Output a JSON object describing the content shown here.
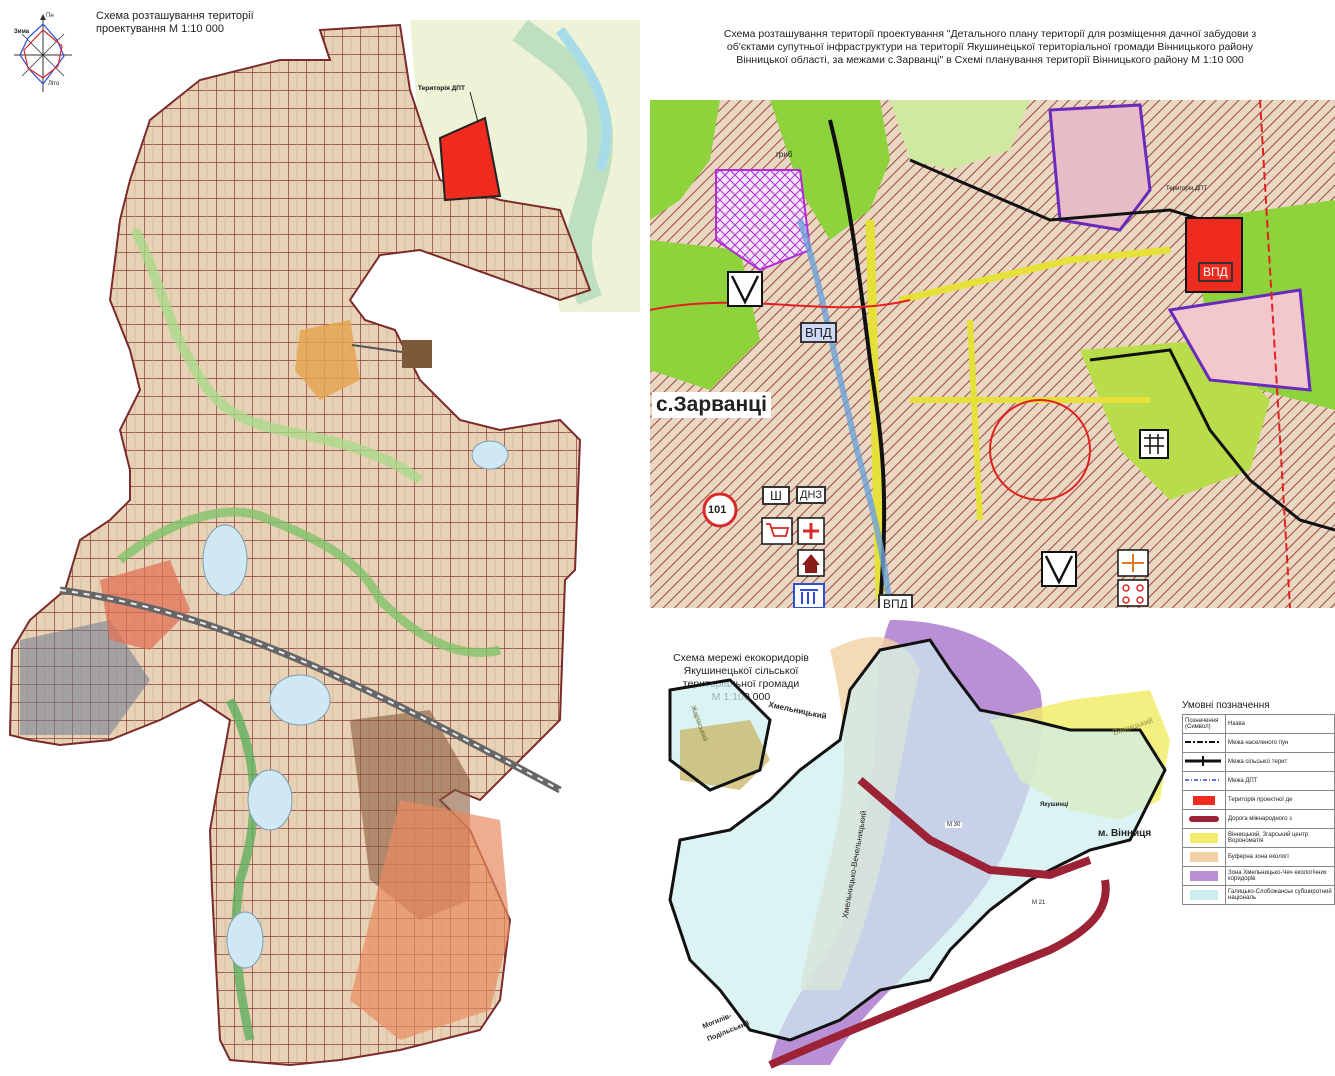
{
  "wind_rose": {
    "winter_label": "Зима",
    "summer_label": "Літо",
    "north_label": "Пн"
  },
  "left_map": {
    "title_line1": "Схема розташування території",
    "title_line2": "проектування   М 1:10 000",
    "dpt_label": "Територія ДПТ"
  },
  "top_right_map": {
    "title_line1": "Схема розташування території проектування  \"Детального плану території для розміщення дачної забудови з",
    "title_line2": "об'єктами супутньої інфраструктури на території Якушинецької територіальної громади  Вінницького району",
    "title_line3": "Вінницької області, за межами  с.Зарванці\" в Схемі планування території Вінницького району М 1:10 000",
    "settlement": "с.Зарванці",
    "vpd1": "ВПД",
    "vpd2": "ВПД",
    "vpd3": "ВПД",
    "dnz": "ДНЗ",
    "school": "Ш",
    "road_number": "101",
    "dpt_label": "Територія ДПТ",
    "grib": "гриб"
  },
  "eco_map": {
    "title_line1": "Схема мережі екокоридорів",
    "title_line2": "Якушинецької сільської",
    "title_line3": "територіальної громади",
    "title_line4": "М 1:100 000",
    "khmelnytskyi": "Хмельницький",
    "vinnytsia": "м. Вінниця",
    "vinnytskyi": "Вінницький",
    "mohyliv1": "Могилів-",
    "mohyliv2": "Подільський",
    "yakushyntsi": "Якушинці",
    "zharovskyi": "Жарівський",
    "corridor": "Хмельницько-Вечельницький",
    "m30": "М 30",
    "m21": "М 21"
  },
  "legend": {
    "title": "Умовні позначення",
    "col1": "Позначення (Символ)",
    "col2": "Назва",
    "rows": [
      {
        "label": "Межа населеного пун"
      },
      {
        "label": "Межа сільської терит"
      },
      {
        "label": "Межа ДПТ"
      },
      {
        "label": "Територія проектної де"
      },
      {
        "label": "Дорога міжнародного з"
      },
      {
        "label": "Вінницький, Згарський центр Ворономатія"
      },
      {
        "label": "Буферна зона екологі"
      },
      {
        "label": "Зона Хмельницько-Чеч екологічних коридорів"
      },
      {
        "label": "Галицько-Слобожанськ субширотний національ"
      }
    ]
  },
  "colors": {
    "dpt_red": "#ef2b1f",
    "residential": "#e8d2b6",
    "green": "#8fd33c",
    "water": "#bfe0ef",
    "eco_purple": "#b98fd6",
    "eco_yellow": "#f1ec6b",
    "eco_beige": "#f2d1a4",
    "eco_cyan": "#cdeef0",
    "road": "#9b2335"
  }
}
